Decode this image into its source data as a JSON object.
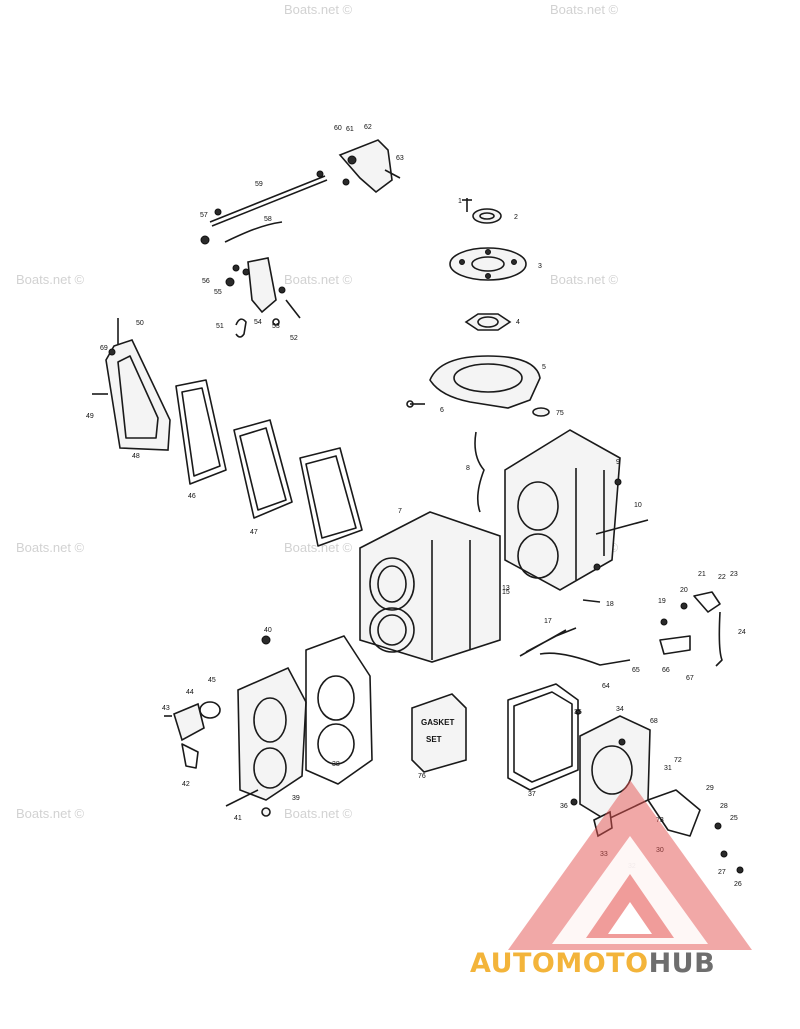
{
  "watermark": "Boats.net ©",
  "brand": {
    "part1": "AUTOMOTO",
    "part2": "HUB",
    "color1": "#f3b43a",
    "color2": "#6e6e6e"
  },
  "logo_color": "#e3524f",
  "gasket_box": {
    "line1": "GASKET",
    "line2": "SET"
  },
  "callouts": [
    "1",
    "2",
    "3",
    "4",
    "5",
    "6",
    "7",
    "8",
    "9",
    "10",
    "13",
    "15",
    "17",
    "18",
    "19",
    "20",
    "21",
    "22",
    "23",
    "24",
    "25",
    "26",
    "27",
    "28",
    "29",
    "30",
    "31",
    "32",
    "33",
    "34",
    "35",
    "36",
    "37",
    "38",
    "39",
    "40",
    "41",
    "42",
    "43",
    "44",
    "45",
    "46",
    "47",
    "48",
    "49",
    "50",
    "51",
    "52",
    "53",
    "54",
    "55",
    "56",
    "57",
    "58",
    "59",
    "60",
    "61",
    "62",
    "63",
    "64",
    "65",
    "66",
    "67",
    "68",
    "69",
    "72",
    "73",
    "75",
    "76"
  ]
}
